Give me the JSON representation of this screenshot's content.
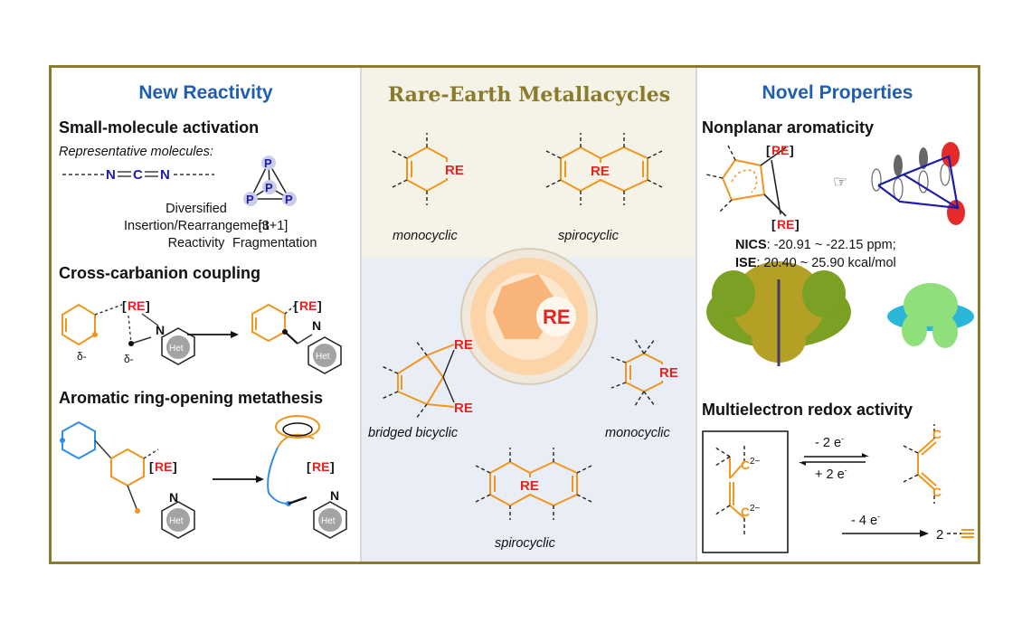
{
  "left": {
    "title": "New Reactivity",
    "s1_heading": "Small-molecule activation",
    "s1_sub": "Representative molecules:",
    "ncn": "N=C=N",
    "p4_label": "P",
    "diversified": [
      "Diversified",
      "Insertion/Rearrangement",
      "Reactivity"
    ],
    "fragmentation": [
      "[3+1]",
      "Fragmentation"
    ],
    "s2_heading": "Cross-carbanion coupling",
    "s3_heading": "Aromatic ring-opening metathesis",
    "delta": "δ-",
    "het": "Het",
    "re_bracket": "[RE]"
  },
  "center": {
    "title": "Rare-Earth Metallacycles",
    "re": "RE",
    "labels": {
      "monocyclic_top": "monocyclic",
      "spirocyclic_top": "spirocyclic",
      "bridged": "bridged bicyclic",
      "monocyclic_right": "monocyclic",
      "spirocyclic_bottom": "spirocyclic"
    }
  },
  "right": {
    "title": "Novel Properties",
    "s1_heading": "Nonplanar aromaticity",
    "nics_label": "NICS",
    "nics_value": ": -20.91 ~ -22.15 ppm;",
    "ise_label": "ISE",
    "ise_value": ": 20.40 ~ 25.90 kcal/mol",
    "s2_heading": "Multielectron redox activity",
    "minus2e": "- 2 e",
    "plus2e": "+ 2 e",
    "minus4e": "- 4 e",
    "sup_minus": "-",
    "two": "2",
    "c2minus": "C",
    "sup2minus": "2−",
    "c_label": "C"
  },
  "colors": {
    "frame": "#8c7a2e",
    "blue": "#1f5fb0",
    "gold": "#8a7a2c",
    "orange": "#f0961e",
    "red": "#e8231f",
    "ring_blue": "#2d8ee8",
    "navy": "#1c1ca8"
  }
}
